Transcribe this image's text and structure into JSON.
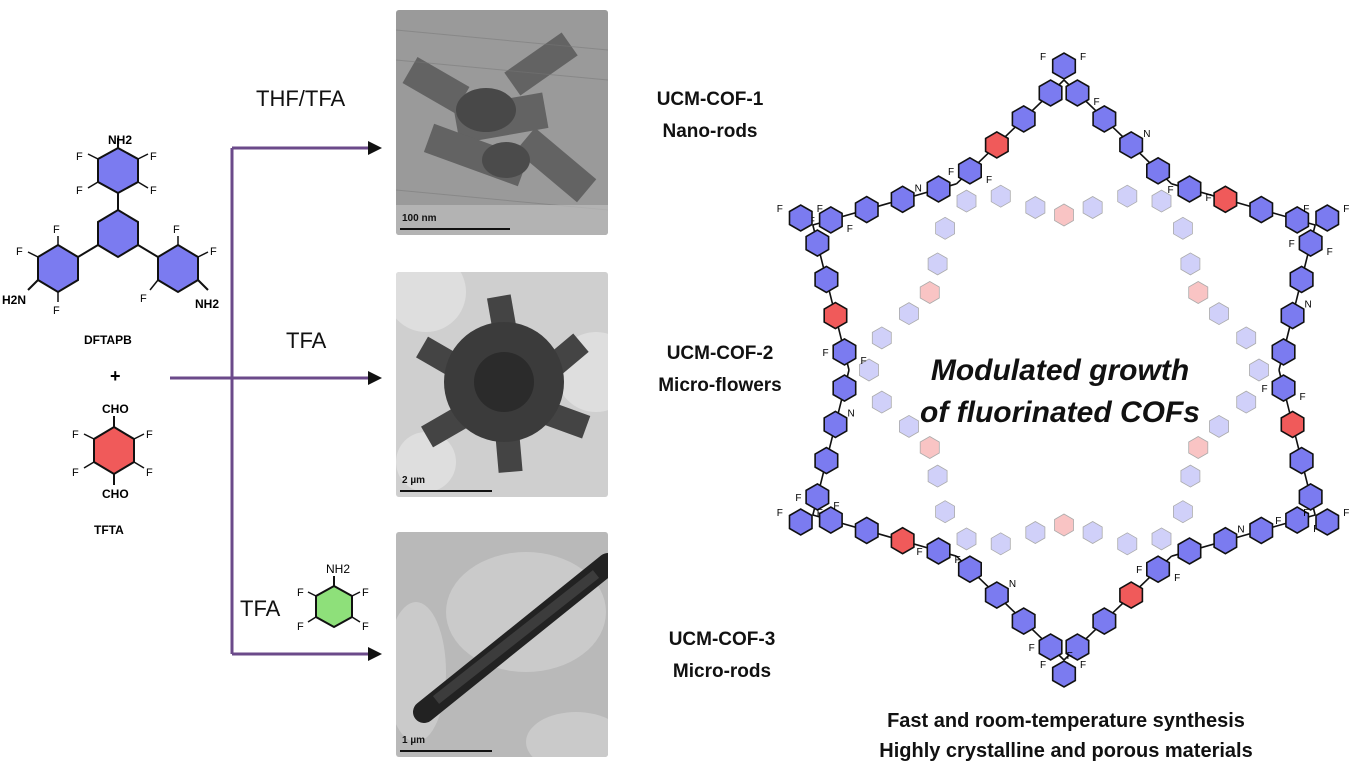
{
  "reactants": {
    "monomer_a_name": "DFTAPB",
    "monomer_b_name": "TFTA",
    "plus": "+",
    "labels": {
      "nh2": "NH2",
      "h2n": "H2N",
      "f": "F",
      "cho": "CHO"
    }
  },
  "conditions": [
    {
      "label": "THF/TFA"
    },
    {
      "label": "TFA"
    },
    {
      "label": "TFA",
      "modulator_label": "NH2"
    }
  ],
  "products": [
    {
      "name": "UCM-COF-1",
      "morphology": "Nano-rods",
      "scale": "100 nm"
    },
    {
      "name": "UCM-COF-2",
      "morphology": "Micro-flowers",
      "scale": "2 µm"
    },
    {
      "name": "UCM-COF-3",
      "morphology": "Micro-rods",
      "scale": "1 µm"
    }
  ],
  "framework": {
    "center_line1": "Modulated growth",
    "center_line2": "of fluorinated COFs",
    "linker_n": "N",
    "linker_f": "F"
  },
  "taglines": [
    "Fast and room-temperature synthesis",
    "Highly crystalline and porous materials"
  ],
  "colors": {
    "arrow": "#6b4a8a",
    "amine_ring": "#7b7bf0",
    "aldehyde_ring": "#f05a5a",
    "modulator_ring": "#8ee07a"
  }
}
